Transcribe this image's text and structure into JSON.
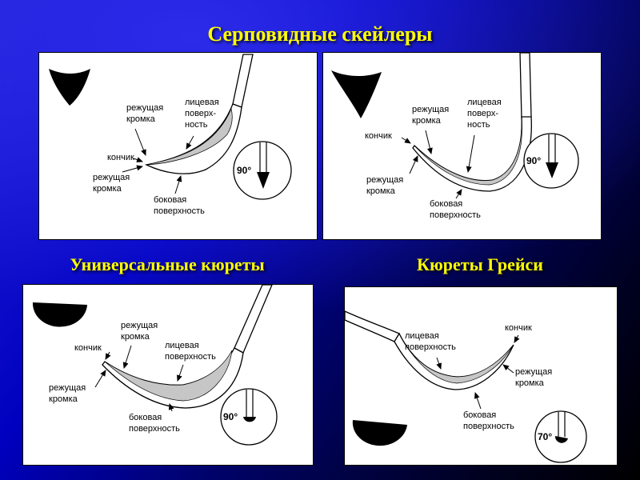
{
  "slide": {
    "title": "Серповидные скейлеры",
    "headings": {
      "universal": "Универсальные кюреты",
      "gracey": "Кюреты Грейси"
    }
  },
  "colors": {
    "heading_text": "#ffff00",
    "background_top": "#2222d8",
    "background_bottom": "#000000",
    "panel_background": "#ffffff",
    "blade_fill": "#c6c6c6"
  },
  "panels": {
    "sickle_left": {
      "labels": {
        "cutting_edge_top": "режущая\nкромка",
        "facial_surface": "лицевая\nповерх-\nность",
        "tip": "кончик",
        "cutting_edge_bottom": "режущая\nкромка",
        "lateral_surface": "боковая\nповерхность",
        "angle": "90°"
      }
    },
    "sickle_right": {
      "labels": {
        "cutting_edge_top": "режущая\nкромка",
        "facial_surface": "лицевая\nповерх-\nность",
        "tip": "кончик",
        "cutting_edge_bottom": "режущая\nкромка",
        "lateral_surface": "боковая\nповерхность",
        "angle": "90°"
      }
    },
    "universal_curette": {
      "labels": {
        "cutting_edge_top": "режущая\nкромка",
        "tip": "кончик",
        "facial_surface": "лицевая\nповерхность",
        "cutting_edge_bottom": "режущая\nкромка",
        "lateral_surface": "боковая\nповерхность",
        "angle": "90°"
      }
    },
    "gracey_curette": {
      "labels": {
        "facial_surface": "лицевая\nповерхность",
        "tip": "кончик",
        "cutting_edge": "режущая\nкромка",
        "lateral_surface": "боковая\nповерхность",
        "angle": "70°"
      }
    }
  }
}
